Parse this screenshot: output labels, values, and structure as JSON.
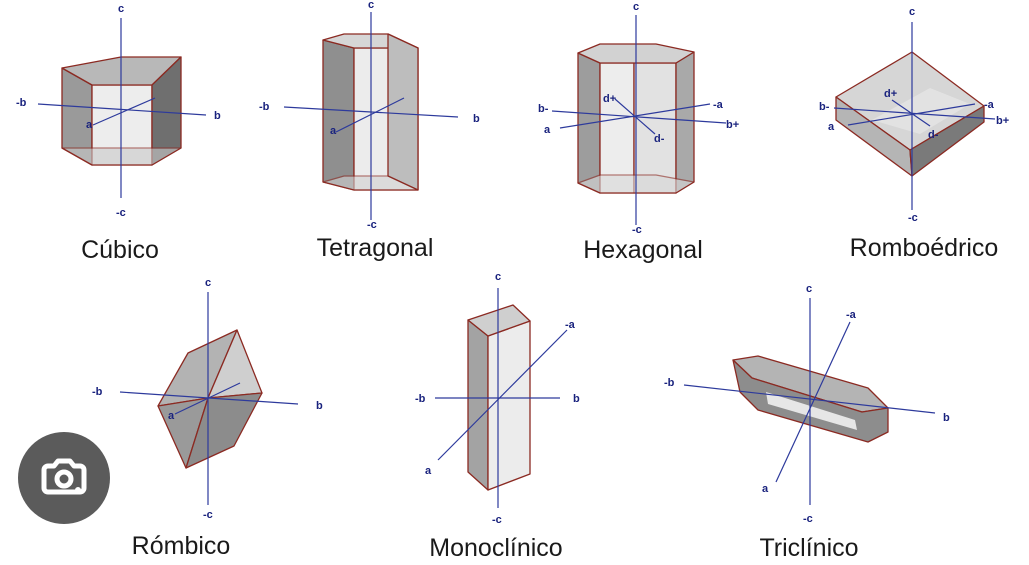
{
  "panels": [
    {
      "id": "cubico",
      "caption": "Cúbico",
      "axes": [
        "c",
        "-c",
        "-b",
        "b",
        "a"
      ]
    },
    {
      "id": "tetragonal",
      "caption": "Tetragonal",
      "axes": [
        "c",
        "-c",
        "-b",
        "b",
        "a"
      ]
    },
    {
      "id": "hexagonal",
      "caption": "Hexagonal",
      "axes": [
        "c",
        "-c",
        "b-",
        "b+",
        "a",
        "-a",
        "d+",
        "d-"
      ]
    },
    {
      "id": "romboedrico",
      "caption": "Romboédrico",
      "axes": [
        "c",
        "-c",
        "b-",
        "b+",
        "a",
        "-a",
        "d+",
        "d-"
      ]
    },
    {
      "id": "rombico",
      "caption": "Rómbico",
      "axes": [
        "c",
        "-c",
        "-b",
        "b",
        "a"
      ]
    },
    {
      "id": "monoclinico",
      "caption": "Monoclínico",
      "axes": [
        "c",
        "-c",
        "-b",
        "b",
        "a",
        "-a"
      ]
    },
    {
      "id": "triclinico",
      "caption": "Triclínico",
      "axes": [
        "c",
        "-c",
        "-b",
        "b",
        "a",
        "-a"
      ]
    }
  ],
  "overlay": {
    "icon": "lens-camera-icon",
    "color": "#5b5b5b"
  },
  "colors": {
    "axis": "#2d3a9c",
    "label": "#1a237e",
    "edge": "#8b2a22",
    "face_light": "#ececec",
    "face_mid": "#c8c8c8",
    "face_dark": "#8e8e8e"
  }
}
